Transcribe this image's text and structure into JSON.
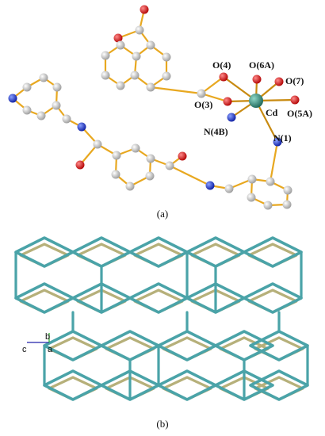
{
  "panel_a": {
    "label": "(a)",
    "atom_labels": {
      "o4": "O(4)",
      "o6a": "O(6A)",
      "o7": "O(7)",
      "o3": "O(3)",
      "cd": "Cd",
      "o5a": "O(5A)",
      "n4b": "N(4B)",
      "n1": "N(1)"
    }
  },
  "panel_b": {
    "label": "(b)",
    "axes": {
      "b": "b",
      "c": "c",
      "a": "a"
    }
  },
  "colors": {
    "bond": "#e8a820",
    "carbon": "#c8c8c8",
    "oxygen": "#d41818",
    "nitrogen": "#1a2fd4",
    "cadmium": "#2e8b7a",
    "cd_bond": "#c88a10",
    "net_blue": "#4aa3a8",
    "net_olive": "#b6b07a"
  }
}
